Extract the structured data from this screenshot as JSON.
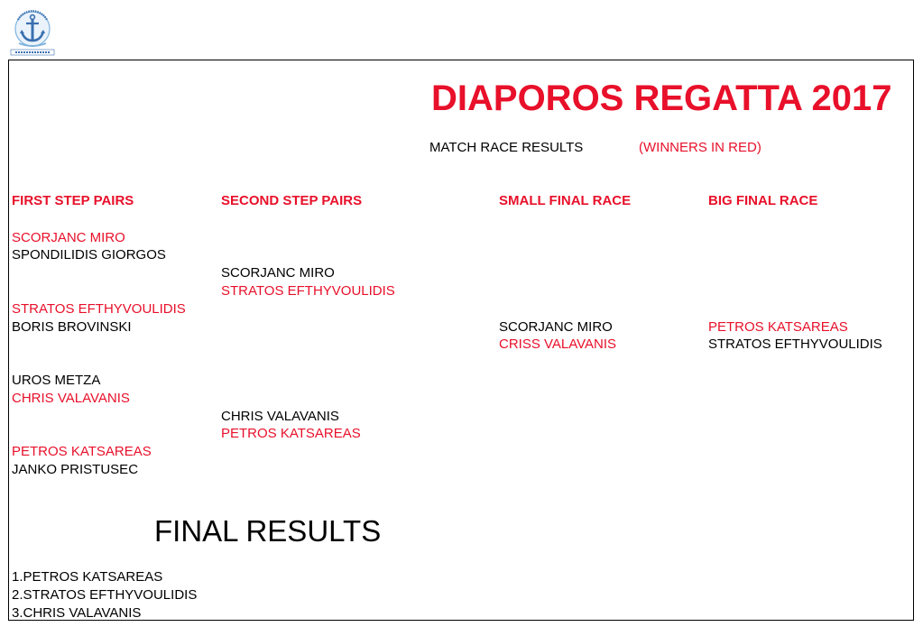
{
  "logo": {
    "top_text": "ΝΑΥΤΙΚΟΣ ΣΥΝΔΕΣΜΟΣ",
    "bottom_text": "ΕΡΜΙΟΥ ΠΑΝΑΓΙΑΣ",
    "colors": {
      "primary": "#3a6fb0",
      "secondary": "#7fb3dd"
    }
  },
  "header": {
    "title": "DIAPOROS REGATTA 2017",
    "subtitle": "MATCH RACE RESULTS",
    "note": "(WINNERS IN RED)"
  },
  "colors": {
    "winner": "#e8102a",
    "text": "#000000"
  },
  "columns": {
    "first_step": "FIRST STEP PAIRS",
    "second_step": "SECOND STEP PAIRS",
    "small_final": "SMALL FINAL RACE",
    "big_final": "BIG FINAL RACE"
  },
  "first_step_pairs": [
    {
      "a": "SCORJANC MIRO",
      "b": "SPONDILIDIS GIORGOS",
      "winner": "a"
    },
    {
      "a": "STRATOS EFTHYVOULIDIS",
      "b": "BORIS BROVINSKI",
      "winner": "a"
    },
    {
      "a": "UROS METZA",
      "b": "CHRIS VALAVANIS",
      "winner": "b"
    },
    {
      "a": "PETROS KATSAREAS",
      "b": "JANKO PRISTUSEC",
      "winner": "a"
    }
  ],
  "second_step_pairs": [
    {
      "a": "SCORJANC MIRO",
      "b": "STRATOS EFTHYVOULIDIS",
      "winner": "b"
    },
    {
      "a": "CHRIS VALAVANIS",
      "b": "PETROS KATSAREAS",
      "winner": "b"
    }
  ],
  "small_final": {
    "a": "SCORJANC MIRO",
    "b": "CRISS VALAVANIS",
    "winner": "b"
  },
  "big_final": {
    "a": "PETROS KATSAREAS",
    "b": "STRATOS EFTHYVOULIDIS",
    "winner": "a"
  },
  "final_results": {
    "title": "FINAL RESULTS",
    "places": [
      "1.PETROS KATSAREAS",
      "2.STRATOS EFTHYVOULIDIS",
      "3.CHRIS VALAVANIS"
    ]
  }
}
